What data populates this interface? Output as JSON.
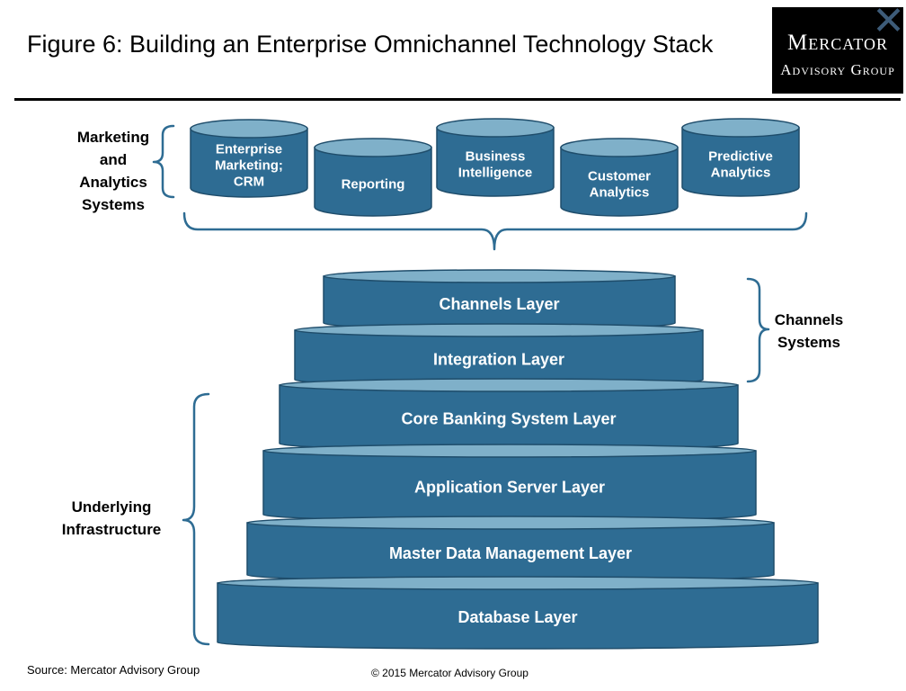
{
  "title": "Figure 6: Building an Enterprise Omnichannel Technology Stack",
  "logo": {
    "line1": "Mercator",
    "line2": "Advisory Group"
  },
  "colors": {
    "body": "#2e6c93",
    "top": "#7fb0c9",
    "edge": "#1f4d6b",
    "bracket": "#2e6c93"
  },
  "groups": {
    "marketing": [
      "Marketing",
      "and",
      "Analytics",
      "Systems"
    ],
    "channels": [
      "Channels",
      "Systems"
    ],
    "infrastructure": [
      "Underlying",
      "Infrastructure"
    ]
  },
  "analytics_systems": [
    {
      "lines": [
        "Enterprise",
        "Marketing;",
        "CRM"
      ]
    },
    {
      "lines": [
        "Reporting"
      ]
    },
    {
      "lines": [
        "Business",
        "Intelligence"
      ]
    },
    {
      "lines": [
        "Customer",
        "Analytics"
      ]
    },
    {
      "lines": [
        "Predictive",
        "Analytics"
      ]
    }
  ],
  "layers": [
    {
      "label": "Channels Layer"
    },
    {
      "label": "Integration Layer"
    },
    {
      "label": "Core Banking System Layer"
    },
    {
      "label": "Application  Server Layer"
    },
    {
      "label": "Master Data Management Layer"
    },
    {
      "label": "Database Layer"
    }
  ],
  "footer": {
    "source": "Source: Mercator Advisory Group",
    "copyright": "© 2015 Mercator Advisory Group"
  }
}
